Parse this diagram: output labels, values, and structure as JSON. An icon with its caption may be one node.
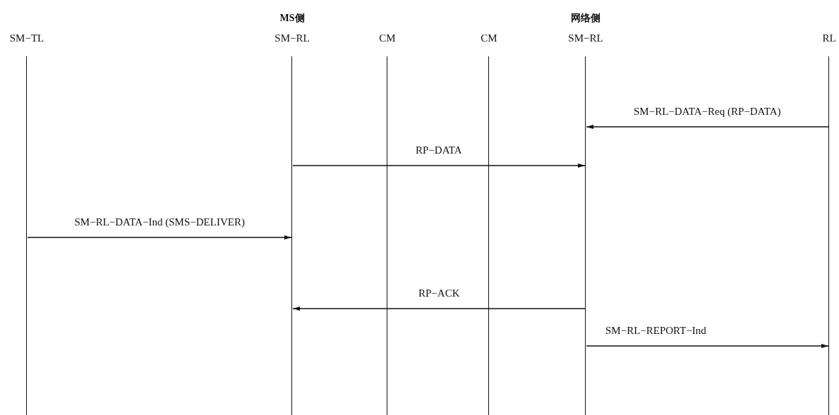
{
  "diagram": {
    "nodes": [
      {
        "text": [
          "SM−TL"
        ]
      },
      {
        "text": [
          "SM−RL"
        ]
      },
      {
        "text": [
          "CM"
        ]
      },
      {
        "text": [
          "CM"
        ]
      },
      {
        "text": [
          "SM−RL"
        ]
      },
      {
        "text": [
          "RL"
        ]
      }
    ],
    "edges": [
      {
        "from": 5,
        "to": 4,
        "arrow": "to",
        "label": "SM−RL−DATA−Req (RP−DATA)"
      },
      {
        "from": 1,
        "to": 4,
        "arrow": "to",
        "label": "RP−DATA"
      },
      {
        "from": 0,
        "to": 1,
        "arrow": "to",
        "label": "SM−RL−DATA−Ind (SMS−DELIVER)"
      },
      {
        "from": 4,
        "to": 1,
        "arrow": "to",
        "label": "RP−ACK"
      },
      {
        "from": 4,
        "to": 5,
        "arrow": "to",
        "label": "SM−RL−REPORT−Ind"
      }
    ],
    "labels": [
      "MS侧",
      "网络侧"
    ]
  }
}
